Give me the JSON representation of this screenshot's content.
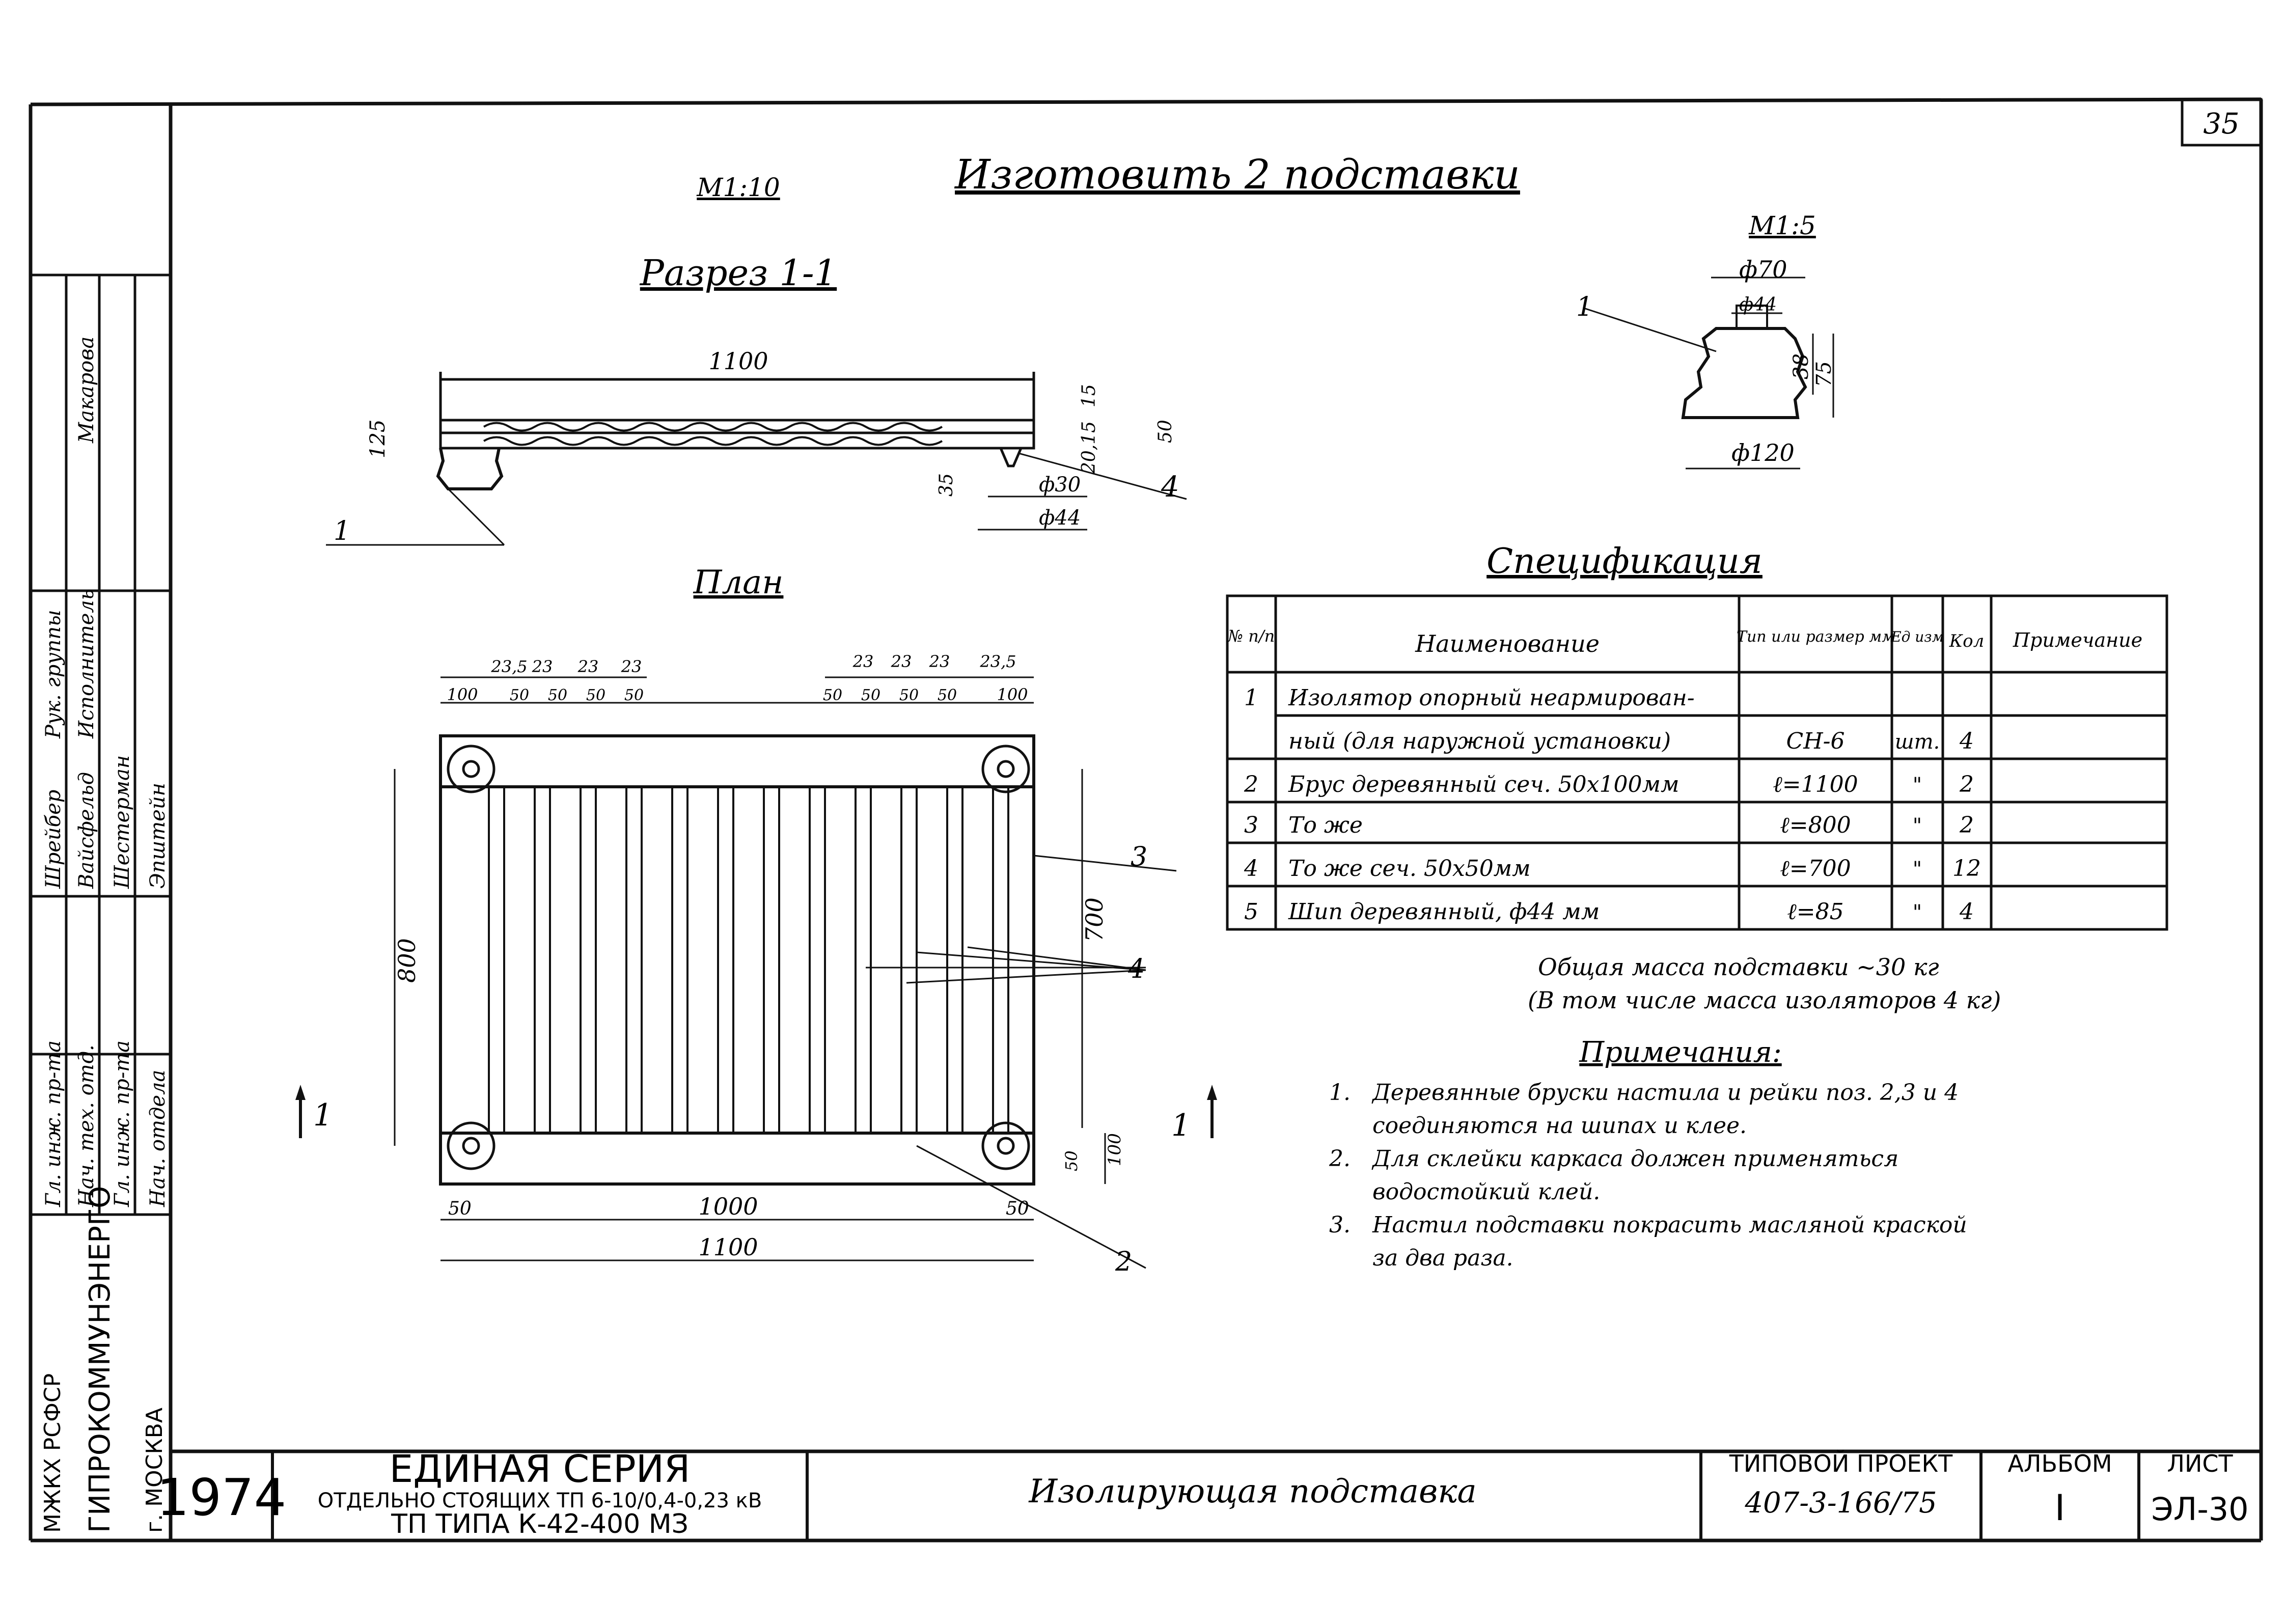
{
  "sheet_number": "35",
  "title": "Изготовить 2 подставки",
  "scale_main": "М1:10",
  "scale_detail": "М1:5",
  "section_label": "Разрез 1-1",
  "plan_label": "План",
  "section_view": {
    "dim_length": "1100",
    "dim_height": "125",
    "dim_15": "15",
    "dim_50": "50",
    "dim_20_15": "20,15",
    "dim_35": "35",
    "dim_d30": "ф30",
    "dim_d44": "ф44",
    "callout_1": "1",
    "callout_4": "4"
  },
  "insulator_detail": {
    "callout": "1",
    "d70": "ф70",
    "d44": "ф44",
    "d120": "ф120",
    "h38": "38",
    "h75": "75"
  },
  "plan_view": {
    "top_left_dims": [
      "23,5",
      "23",
      "23",
      "23"
    ],
    "top_right_dims": [
      "23",
      "23",
      "23",
      "23,5"
    ],
    "left_100": "100",
    "right_100": "100",
    "fifties_left": [
      "50",
      "50",
      "50",
      "50"
    ],
    "fifties_right": [
      "50",
      "50",
      "50",
      "50"
    ],
    "dim_800": "800",
    "dim_700": "700",
    "dim_100_right": "100",
    "dim_50_right": "50",
    "dim_50_bl": "50",
    "dim_50_br": "50",
    "dim_1000": "1000",
    "dim_1100": "1100",
    "callout_2": "2",
    "callout_3": "3",
    "callout_4": "4",
    "section_marker": "1"
  },
  "spec": {
    "title": "Спецификация",
    "headers": {
      "num": "№ п/п",
      "name": "Наименование",
      "type": "Тип или размер мм",
      "unit": "Ед изм",
      "qty": "Кол",
      "note": "Примечание"
    },
    "rows": [
      {
        "num": "1",
        "name": "Изолятор опорный неармирован-",
        "type": "",
        "unit": "",
        "qty": "",
        "note": ""
      },
      {
        "num": "",
        "name": "ный (для наружной установки)",
        "type": "СН-6",
        "unit": "шт.",
        "qty": "4",
        "note": ""
      },
      {
        "num": "2",
        "name": "Брус деревянный сеч. 50х100мм",
        "type": "ℓ=1100",
        "unit": "\"",
        "qty": "2",
        "note": ""
      },
      {
        "num": "3",
        "name": "То же",
        "type": "ℓ=800",
        "unit": "\"",
        "qty": "2",
        "note": ""
      },
      {
        "num": "4",
        "name": "То же  сеч. 50х50мм",
        "type": "ℓ=700",
        "unit": "\"",
        "qty": "12",
        "note": ""
      },
      {
        "num": "5",
        "name": "Шип деревянный, ф44 мм",
        "type": "ℓ=85",
        "unit": "\"",
        "qty": "4",
        "note": ""
      }
    ]
  },
  "mass": {
    "line1": "Общая масса подставки ~30 кг",
    "line2": "(В том числе масса изоляторов 4 кг)"
  },
  "notes": {
    "title": "Примечания:",
    "items": [
      {
        "n": "1.",
        "l1": "Деревянные бруски настила и рейки поз. 2,3 и 4",
        "l2": "соединяются на шипах и клее."
      },
      {
        "n": "2.",
        "l1": "Для склейки каркаса должен применяться",
        "l2": "водостойкий клей."
      },
      {
        "n": "3.",
        "l1": "Настил подставки покрасить масляной краской",
        "l2": "за два раза."
      }
    ]
  },
  "side_stamp": {
    "roles": [
      "Гл. инж. пр-та",
      "Нач. тех. отд.",
      "Гл. инж. пр-та",
      "Нач. отдела"
    ],
    "names_a": [
      "Шрейбер",
      "Вайсфельд",
      "Шестерман",
      "Эпштейн"
    ],
    "names_b": [
      "Рук. группы",
      "Исполнитель"
    ],
    "names_c": [
      "Макарова"
    ],
    "org1": "МЖКХ РСФСР",
    "org2": "ГИПРОКОММУНЭНЕРГО",
    "org3": "г. МОСКВА"
  },
  "title_block": {
    "year": "1974",
    "series_title": "ЕДИНАЯ СЕРИЯ",
    "series_line2": "ОТДЕЛЬНО СТОЯЩИХ ТП 6-10/0,4-0,23 кВ",
    "series_line3": "ТП ТИПА К-42-400 МЗ",
    "drawing_name": "Изолирующая подставка",
    "project_label": "ТИПОВОЙ ПРОЕКТ",
    "project_number": "407-3-166/75",
    "album_label": "АЛЬБОМ",
    "album_value": "I",
    "sheet_label": "ЛИСТ",
    "sheet_value": "ЭЛ-30"
  }
}
